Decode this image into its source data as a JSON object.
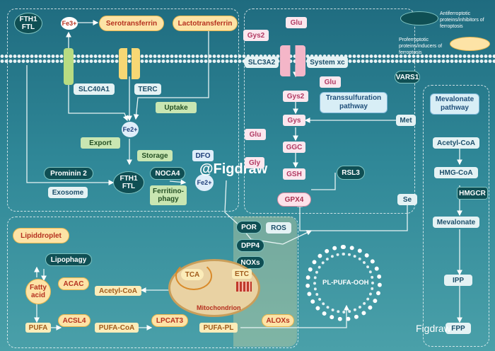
{
  "legend": {
    "anti": "Antiferroptotic proteins/inhibitors of ferroptosis",
    "pro": "Proferroptotic proteins/inducers of ferroptosis"
  },
  "watermark": {
    "main": "@Figdraw",
    "bottom": "Figdraw"
  },
  "iron": {
    "fth1_ftl_top": [
      "FTH1",
      "FTL"
    ],
    "fe3": "Fe3+",
    "serotransferrin": "Serotransferrin",
    "lactotransferrin": "Lactotransferrin",
    "slc40a1": "SLC40A1",
    "terc": "TERC",
    "uptake": "Uptake",
    "fe2": "Fe2+",
    "export": "Export",
    "storage": "Storage",
    "dfo": "DFO",
    "prominin2": "Prominin 2",
    "exosome": "Exosome",
    "fth1_ftl_mid": [
      "FTH1",
      "FTL"
    ],
    "noca4": "NOCA4",
    "ferritinophagy": [
      "Ferritino-",
      "phagy"
    ],
    "fe2_mid": "Fe2+"
  },
  "gsh": {
    "glu_out": "Glu",
    "gys2_out": "Gys2",
    "slc3a2": "SLC3A2",
    "systemxc": "System xc",
    "glu_in": "Glu",
    "gys2_in": "Gys2",
    "vars1": "VARS1",
    "transsulfuration": [
      "Transsulfuration",
      "pathway"
    ],
    "gys": "Gys",
    "met": "Met",
    "glu2": "Glu",
    "ggc": "GGC",
    "gly": "Gly",
    "gsh": "GSH",
    "rsl3": "RSL3",
    "gpx4": "GPX4",
    "se": "Se"
  },
  "mevalonate": {
    "pathway": [
      "Mevalonate",
      "pathway"
    ],
    "acetylcoa": "Acetyl-CoA",
    "hmgcoa": "HMG-CoA",
    "hmgcr": "HMGCR",
    "mevalonate": "Mevalonate",
    "ipp": "IPP",
    "fpp": "FPP"
  },
  "lipid": {
    "por": "POR",
    "ros": "ROS",
    "dpp4": "DPP4",
    "noxs": "NOXs",
    "lipiddroplet": "Lipiddroplet",
    "lipophagy": "Lipophagy",
    "fattyacid": [
      "Fatty",
      "acid"
    ],
    "acac": "ACAC",
    "acetylcoa": "Acetyl-CoA",
    "tca": "TCA",
    "etc": "ETC",
    "mitochondrion": "Mitochondrion",
    "plpufaooh": "PL-PUFA-OOH",
    "pufa": "PUFA",
    "acsl4": "ACSL4",
    "pufacoa": "PUFA-CoA",
    "lpcat3": "LPCAT3",
    "pufapl": "PUFA-PL",
    "aloxs": "ALOXs"
  }
}
